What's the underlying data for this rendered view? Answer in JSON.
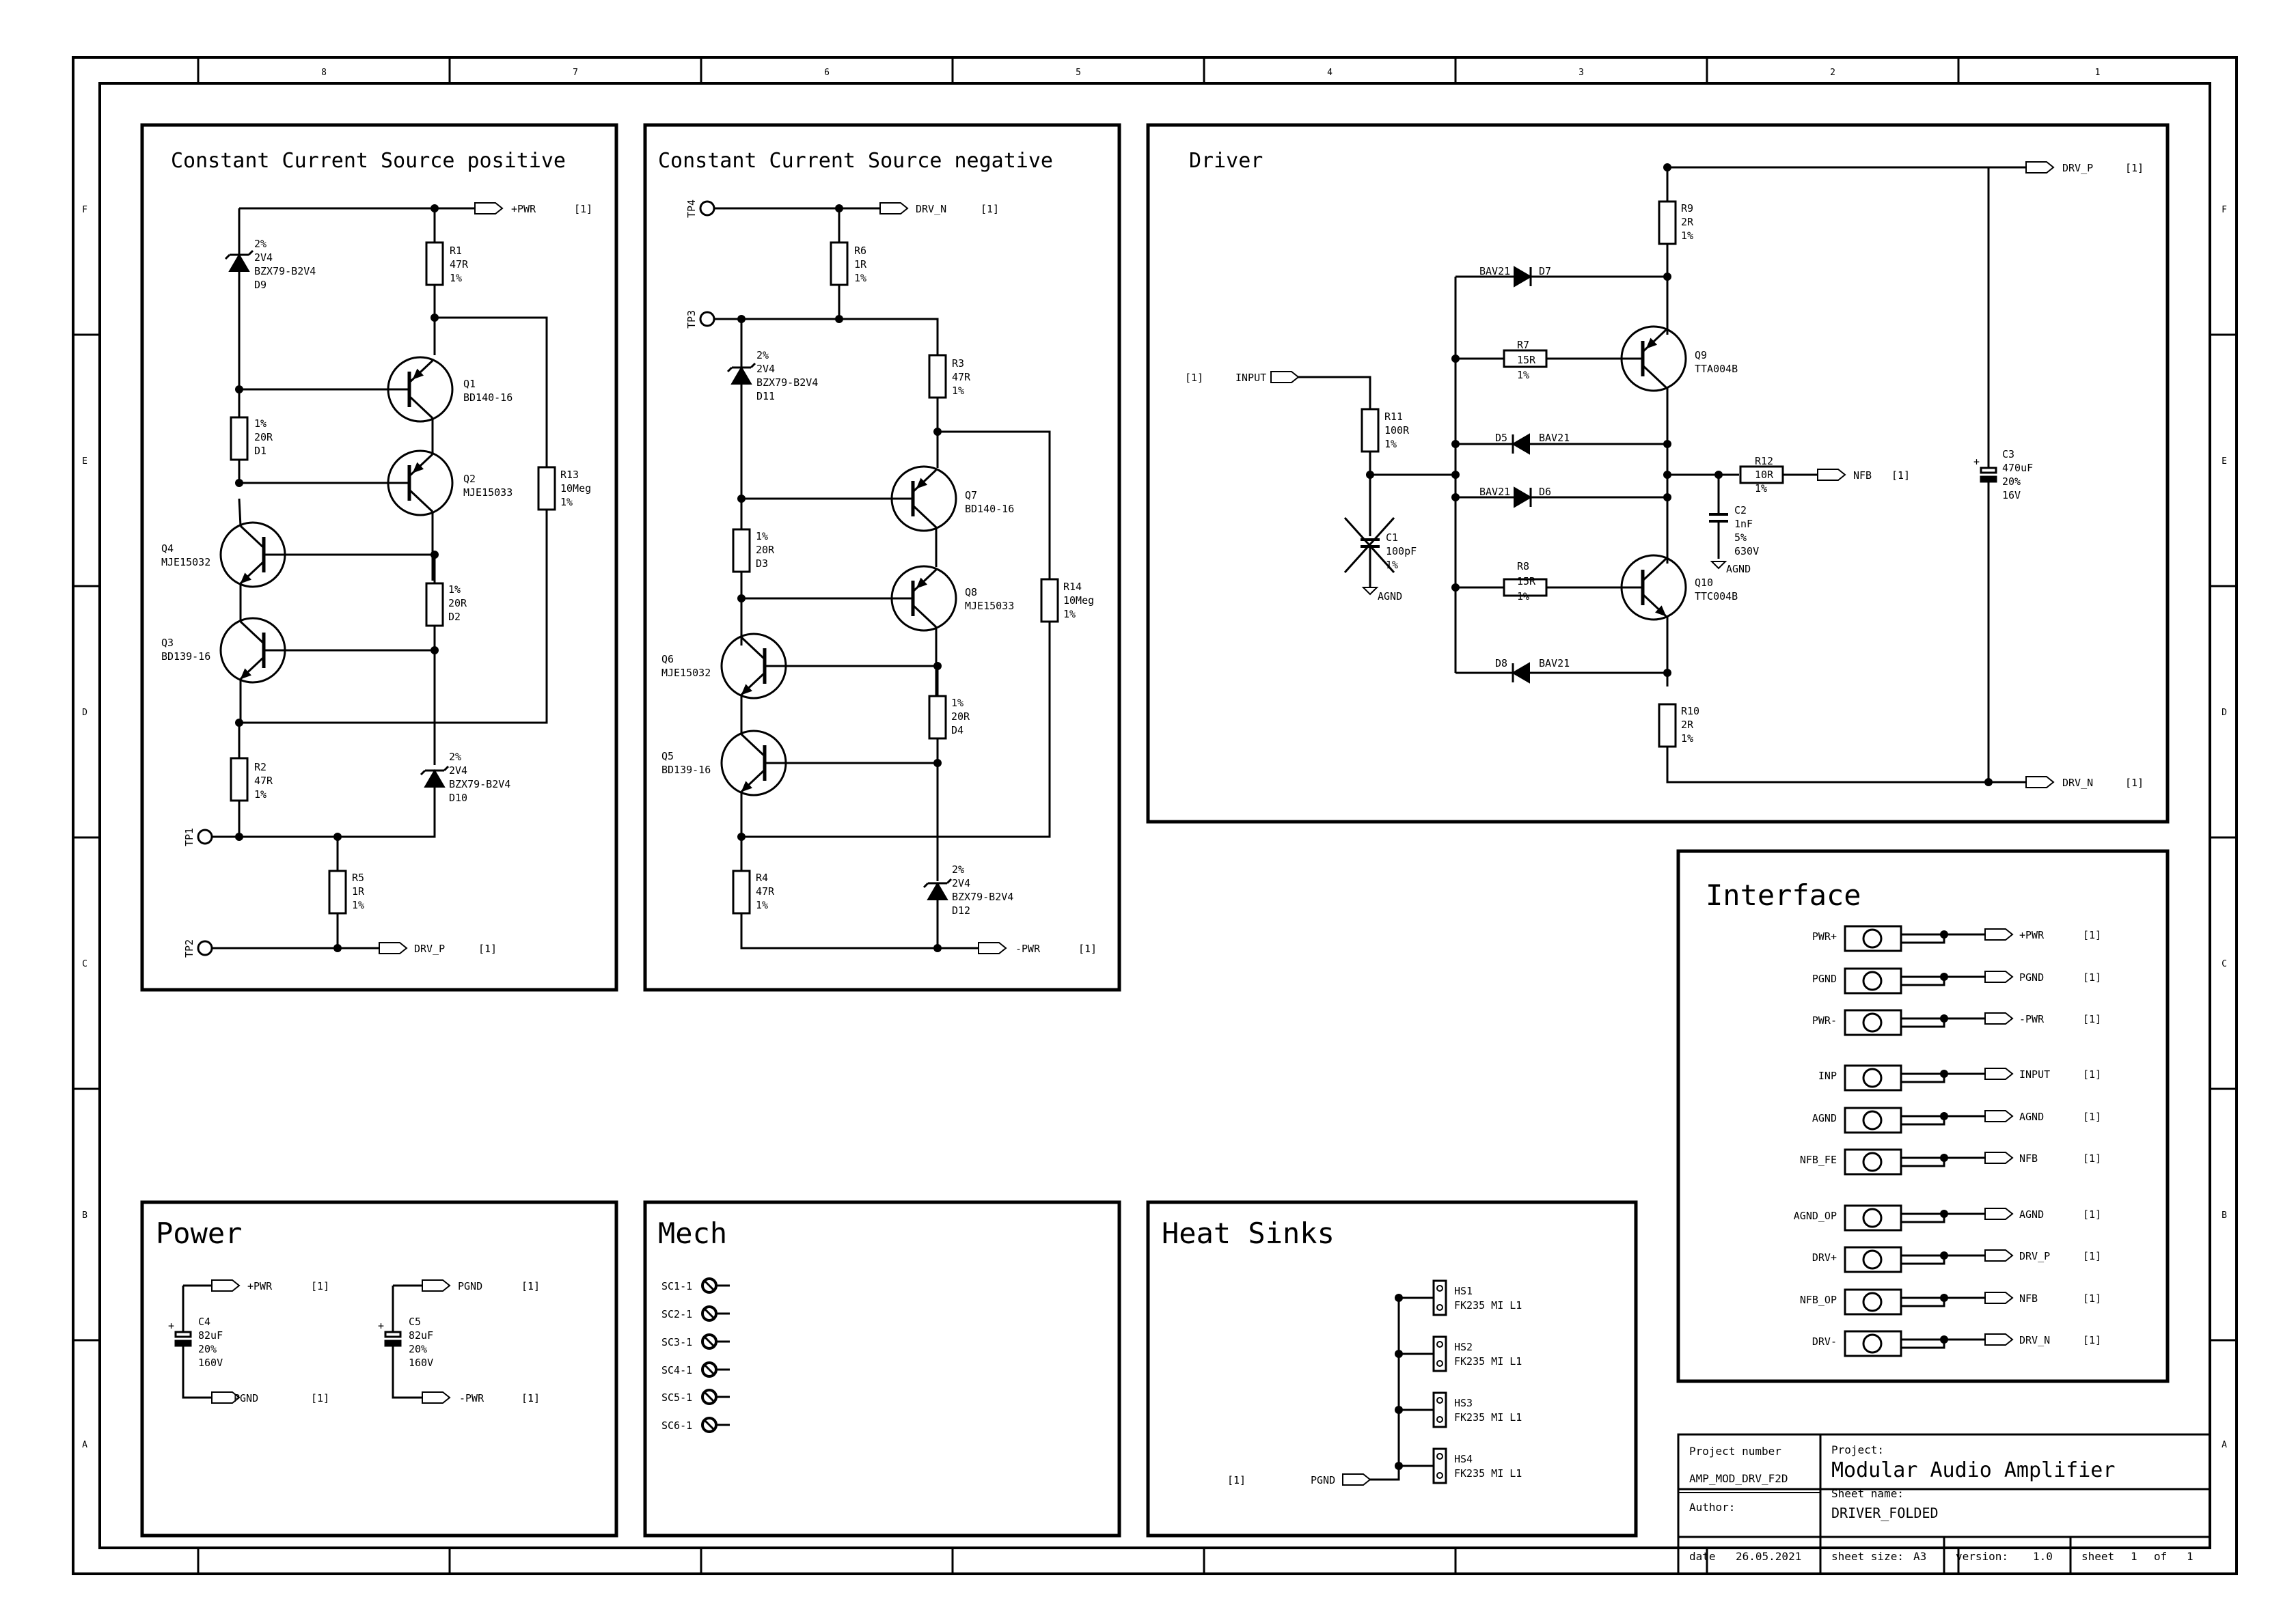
{
  "frame": {
    "col_numbers": [
      "8",
      "7",
      "6",
      "5",
      "4",
      "3",
      "2",
      "1"
    ],
    "row_letters": [
      "F",
      "E",
      "D",
      "C",
      "B",
      "A"
    ]
  },
  "titles": {
    "ccs_pos": "Constant Current Source positive",
    "ccs_neg": "Constant Current Source negative",
    "driver": "Driver",
    "interface": "Interface",
    "power": "Power",
    "mech": "Mech",
    "heat_sinks": "Heat Sinks"
  },
  "ccs_pos": {
    "d9": [
      "2%",
      "2V4",
      "BZX79-B2V4",
      "D9"
    ],
    "r1": [
      "R1",
      "47R",
      "1%"
    ],
    "q1": [
      "Q1",
      "BD140-16"
    ],
    "d1": [
      "1%",
      "20R",
      "D1"
    ],
    "q2": [
      "Q2",
      "MJE15033"
    ],
    "r13": [
      "R13",
      "10Meg",
      "1%"
    ],
    "q4": [
      "Q4",
      "MJE15032"
    ],
    "q3": [
      "Q3",
      "BD139-16"
    ],
    "d2": [
      "1%",
      "20R",
      "D2"
    ],
    "r2": [
      "R2",
      "47R",
      "1%"
    ],
    "d10": [
      "2%",
      "2V4",
      "BZX79-B2V4",
      "D10"
    ],
    "r5": [
      "R5",
      "1R",
      "1%"
    ],
    "tp1": "TP1",
    "tp2": "TP2",
    "port_top": "+PWR",
    "port_bot": "DRV_P"
  },
  "ccs_neg": {
    "tp4": "TP4",
    "tp3": "TP3",
    "r6": [
      "R6",
      "1R",
      "1%"
    ],
    "d11": [
      "2%",
      "2V4",
      "BZX79-B2V4",
      "D11"
    ],
    "r3": [
      "R3",
      "47R",
      "1%"
    ],
    "q7": [
      "Q7",
      "BD140-16"
    ],
    "d3": [
      "1%",
      "20R",
      "D3"
    ],
    "q8": [
      "Q8",
      "MJE15033"
    ],
    "r14": [
      "R14",
      "10Meg",
      "1%"
    ],
    "q6": [
      "Q6",
      "MJE15032"
    ],
    "q5": [
      "Q5",
      "BD139-16"
    ],
    "d4": [
      "1%",
      "20R",
      "D4"
    ],
    "r4": [
      "R4",
      "47R",
      "1%"
    ],
    "d12": [
      "2%",
      "2V4",
      "BZX79-B2V4",
      "D12"
    ],
    "port_top": "DRV_N",
    "port_bot": "-PWR"
  },
  "driver": {
    "input": "INPUT",
    "r11": [
      "R11",
      "100R",
      "1%"
    ],
    "c1": [
      "C1",
      "100pF",
      "1%"
    ],
    "agnd": "AGND",
    "d7": [
      "BAV21",
      "D7"
    ],
    "r7": [
      "R7",
      "15R",
      "1%"
    ],
    "d5": [
      "D5",
      "BAV21"
    ],
    "d6": [
      "BAV21",
      "D6"
    ],
    "r8": [
      "R8",
      "15R",
      "1%"
    ],
    "d8": [
      "D8",
      "BAV21"
    ],
    "r9": [
      "R9",
      "2R",
      "1%"
    ],
    "q9": [
      "Q9",
      "TTA004B"
    ],
    "q10": [
      "Q10",
      "TTC004B"
    ],
    "r10": [
      "R10",
      "2R",
      "1%"
    ],
    "r12": [
      "R12",
      "10R",
      "1%"
    ],
    "c2": [
      "C2",
      "1nF",
      "5%",
      "630V"
    ],
    "c3": [
      "C3",
      "470uF",
      "20%",
      "16V"
    ],
    "nfb": "NFB",
    "drv_p": "DRV_P",
    "drv_n": "DRV_N"
  },
  "ref": "[1]",
  "interface": {
    "rows": [
      {
        "conn": "PWR+",
        "net": "+PWR"
      },
      {
        "conn": "PGND",
        "net": "PGND"
      },
      {
        "conn": "PWR-",
        "net": "-PWR"
      },
      {
        "conn": "INP",
        "net": "INPUT"
      },
      {
        "conn": "AGND",
        "net": "AGND"
      },
      {
        "conn": "NFB_FE",
        "net": "NFB"
      },
      {
        "conn": "AGND_OP",
        "net": "AGND"
      },
      {
        "conn": "DRV+",
        "net": "DRV_P"
      },
      {
        "conn": "NFB_OP",
        "net": "NFB"
      },
      {
        "conn": "DRV-",
        "net": "DRV_N"
      }
    ]
  },
  "power": {
    "c4": [
      "C4",
      "82uF",
      "20%",
      "160V"
    ],
    "c5": [
      "C5",
      "82uF",
      "20%",
      "160V"
    ],
    "c4_top": "+PWR",
    "c4_bot": "PGND",
    "c5_top": "PGND",
    "c5_bot": "-PWR"
  },
  "mech": {
    "items": [
      "SC1-1",
      "SC2-1",
      "SC3-1",
      "SC4-1",
      "SC5-1",
      "SC6-1"
    ]
  },
  "heat_sinks": {
    "items": [
      {
        "ref": "HS1",
        "part": "FK235 MI L1"
      },
      {
        "ref": "HS2",
        "part": "FK235 MI L1"
      },
      {
        "ref": "HS3",
        "part": "FK235 MI L1"
      },
      {
        "ref": "HS4",
        "part": "FK235 MI L1"
      }
    ],
    "net": "PGND"
  },
  "title_block": {
    "project_number_label": "Project number",
    "project_number": "AMP_MOD_DRV_F2D",
    "author_label": "Author:",
    "project_label": "Project:",
    "project": "Modular Audio Amplifier",
    "sheet_name_label": "Sheet name:",
    "sheet_name": "DRIVER_FOLDED",
    "date_label": "date",
    "date": "26.05.2021",
    "size_label": "sheet size:",
    "size": "A3",
    "version_label": "version:",
    "version": "1.0",
    "sheet_label": "sheet",
    "sheet": "1",
    "of_label": "of",
    "of": "1"
  }
}
